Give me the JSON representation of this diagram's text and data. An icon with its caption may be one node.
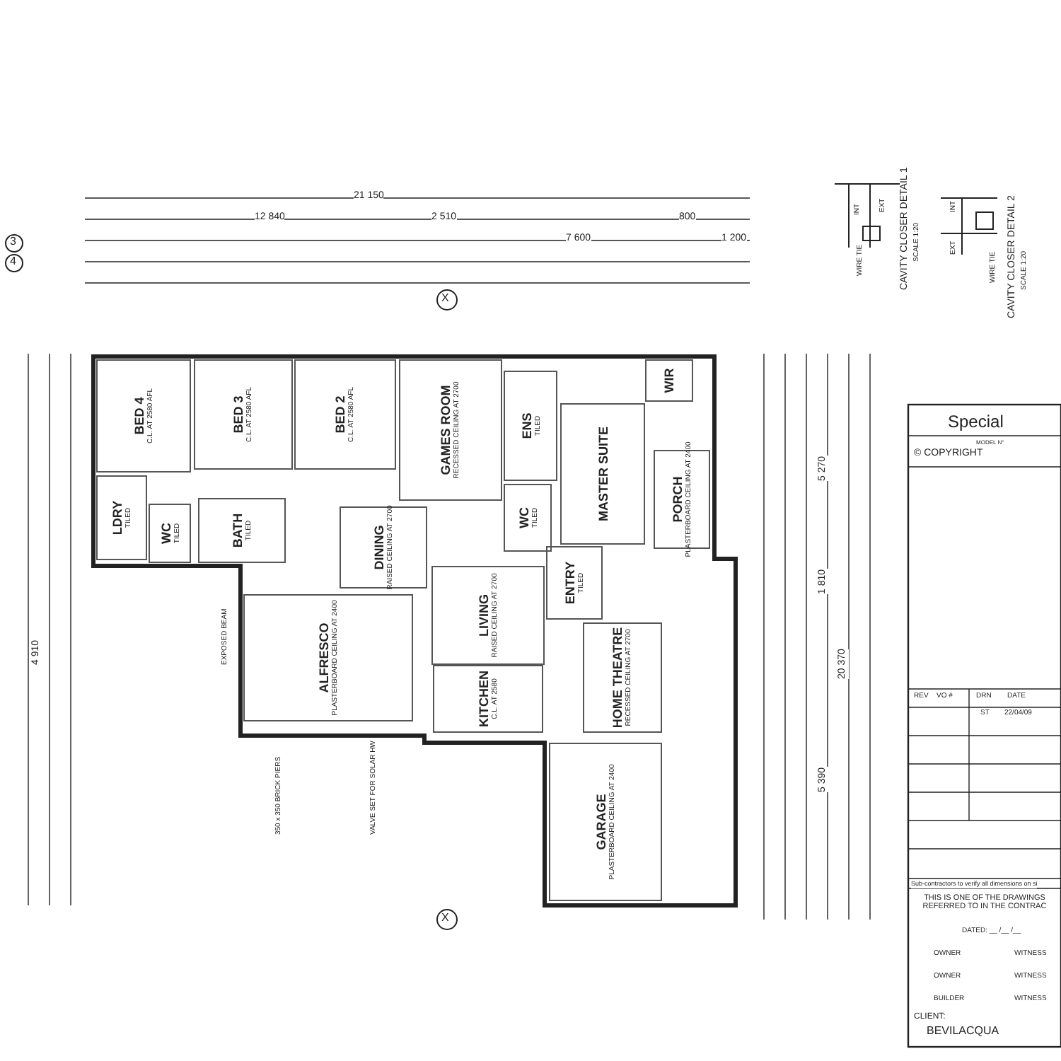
{
  "diagram": {
    "nodes": [
      {
        "text": [
          "BED 4",
          "C.L. AT 2580 AFL"
        ]
      },
      {
        "text": [
          "BED 3",
          "C.L. AT 2580 AFL"
        ]
      },
      {
        "text": [
          "BED 2",
          "C.L. AT 2580 AFL"
        ]
      },
      {
        "text": [
          "LDRY",
          "TILED"
        ]
      },
      {
        "text": [
          "WC",
          "TILED"
        ]
      },
      {
        "text": [
          "BATH",
          "TILED"
        ]
      },
      {
        "text": [
          "GAMES ROOM",
          "RECESSED CEILING AT 2700"
        ]
      },
      {
        "text": [
          "ENS",
          "TILED"
        ]
      },
      {
        "text": [
          "WIR"
        ]
      },
      {
        "text": [
          "MASTER SUITE"
        ]
      },
      {
        "text": [
          "PORCH",
          "PLASTERBOARD CEILING AT 2400"
        ]
      },
      {
        "text": [
          "WC",
          "TILED"
        ]
      },
      {
        "text": [
          "DINING",
          "RAISED CEILING AT 2700"
        ]
      },
      {
        "text": [
          "LIVING",
          "RAISED CEILING AT 2700"
        ]
      },
      {
        "text": [
          "ENTRY",
          "TILED"
        ]
      },
      {
        "text": [
          "HOME THEATRE",
          "RECESSED CEILING AT 2700"
        ]
      },
      {
        "text": [
          "ALFRESCO",
          "PLASTERBOARD CEILING AT 2400"
        ]
      },
      {
        "text": [
          "KITCHEN",
          "C.L. AT 2580"
        ]
      },
      {
        "text": [
          "GARAGE",
          "PLASTERBOARD CEILING AT 2400"
        ]
      }
    ],
    "labels": [
      "3",
      "4",
      "21 150",
      "12 840",
      "2 510",
      "7 600",
      "800",
      "1 200",
      "4 910",
      "20 370",
      "5 270",
      "1 810",
      "5 390",
      "X",
      "X",
      "EXPOSED BEAM",
      "350 x 350 BRICK PIERS",
      "VALVE SET FOR SOLAR HW",
      "Special",
      "© COPYRIGHT",
      "MODEL N°",
      "REV",
      "VO #",
      "DRN",
      "DATE",
      "ST",
      "22/04/09",
      "Sub-contractors to verify all dimensions on si",
      "THIS IS ONE OF THE DRAWINGS REFERRED TO IN THE CONTRAC",
      "DATED: __ /__ /__",
      "OWNER",
      "WITNESS",
      "OWNER",
      "WITNESS",
      "BUILDER",
      "WITNESS",
      "CLIENT:",
      "BEVILACQUA",
      "INT",
      "EXT",
      "WIRE TIE",
      "CAVITY CLOSER DETAIL 1",
      "SCALE 1:20",
      "INT",
      "EXT",
      "WIRE TIE",
      "CAVITY CLOSER DETAIL 2",
      "SCALE 1:20"
    ]
  }
}
